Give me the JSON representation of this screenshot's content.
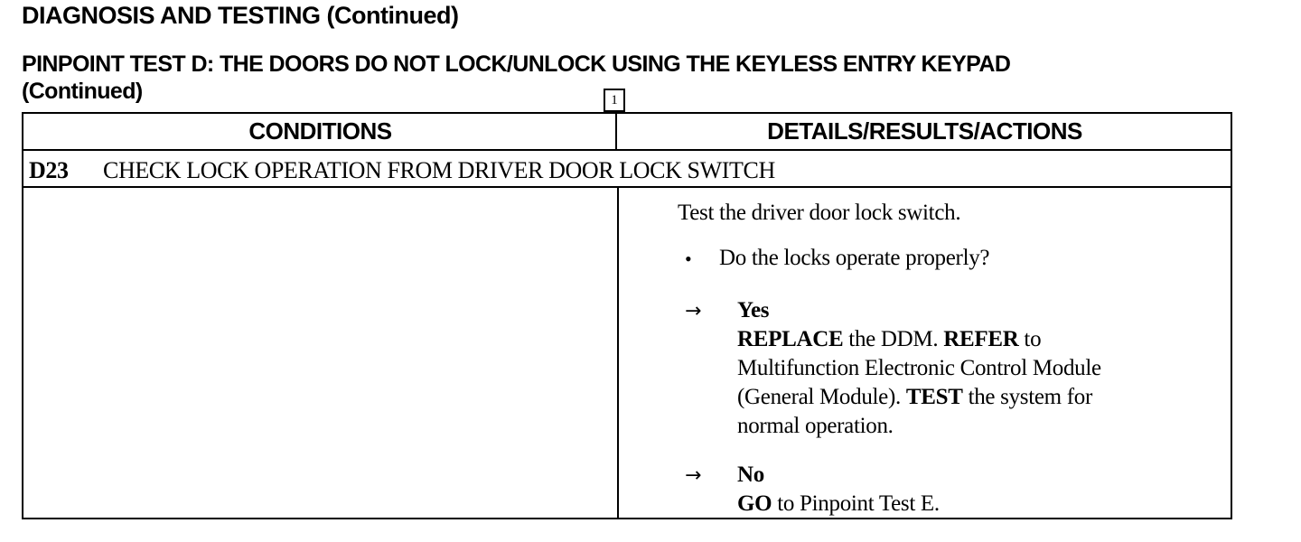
{
  "header": {
    "title": "DIAGNOSIS AND TESTING (Continued)",
    "subtitle_line1": "PINPOINT TEST D:  THE DOORS DO NOT LOCK/UNLOCK USING THE KEYLESS ENTRY KEYPAD",
    "subtitle_line2": "(Continued)"
  },
  "table": {
    "col_conditions": "CONDITIONS",
    "col_details": "DETAILS/RESULTS/ACTIONS",
    "step_id": "D23",
    "step_title": "CHECK LOCK OPERATION FROM DRIVER DOOR LOCK SWITCH",
    "action_number": "1",
    "action_text": "Test the driver door lock switch.",
    "question": "Do the locks operate properly?",
    "yes_label": "Yes",
    "yes_line1_bold": "REPLACE",
    "yes_line1_rest": " the DDM. ",
    "yes_line1_bold2": "REFER",
    "yes_line1_rest2": " to",
    "yes_line2": "Multifunction Electronic Control Module",
    "yes_line3_pre": "(General Module). ",
    "yes_line3_bold": "TEST",
    "yes_line3_rest": " the system for",
    "yes_line4": "normal operation.",
    "no_label": "No",
    "no_bold": "GO",
    "no_rest": " to Pinpoint Test E."
  }
}
